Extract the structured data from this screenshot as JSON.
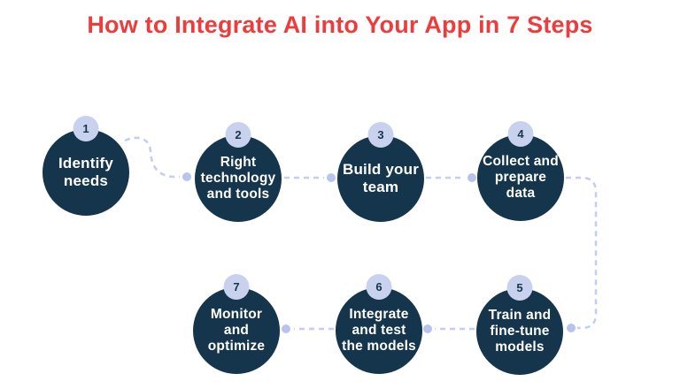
{
  "title": "How to Integrate AI into Your App in 7 Steps",
  "colors": {
    "background": "#ffffff",
    "title-red": "#ee3c3c",
    "circle-navy": "#14354b",
    "badge-lavender": "#c8d2ef",
    "connector-lavender": "#c2cdf0",
    "dot-lavender": "#b6c4ee",
    "step-text": "#ffffff"
  },
  "steps": [
    {
      "number": "1",
      "label": "Identify\nneeds"
    },
    {
      "number": "2",
      "label": "Right\ntechnology\nand tools"
    },
    {
      "number": "3",
      "label": "Build your\nteam"
    },
    {
      "number": "4",
      "label": "Collect and\nprepare\ndata"
    },
    {
      "number": "5",
      "label": "Train and\nfine-tune\nmodels"
    },
    {
      "number": "6",
      "label": "Integrate\nand test\nthe models"
    },
    {
      "number": "7",
      "label": "Monitor\nand\noptimize"
    }
  ]
}
